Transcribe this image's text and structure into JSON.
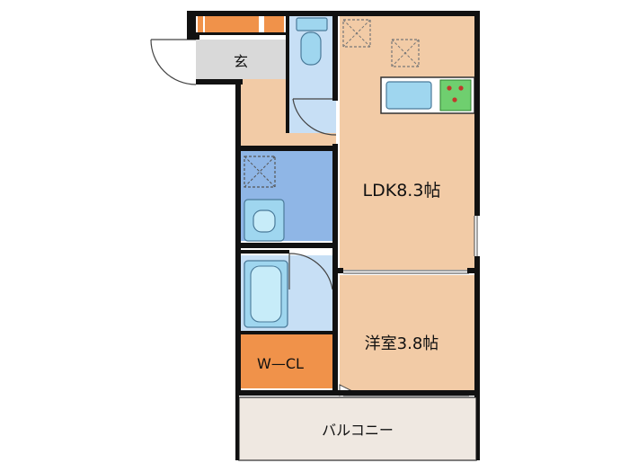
{
  "floorplan": {
    "rooms": {
      "entrance": "玄",
      "ldk": "LDK8.3帖",
      "western_room": "洋室3.8帖",
      "walk_in_closet": "W—CL",
      "balcony": "バルコニー"
    },
    "colors": {
      "wall": "#111111",
      "floor_wood": "#f2cba6",
      "wet_area": "#c7dff5",
      "washroom": "#8fb6e6",
      "closet": "#f0924a",
      "entrance_floor": "#d9d9d9",
      "balcony": "#efe8e1",
      "fixture": "#9fd6ef"
    }
  }
}
